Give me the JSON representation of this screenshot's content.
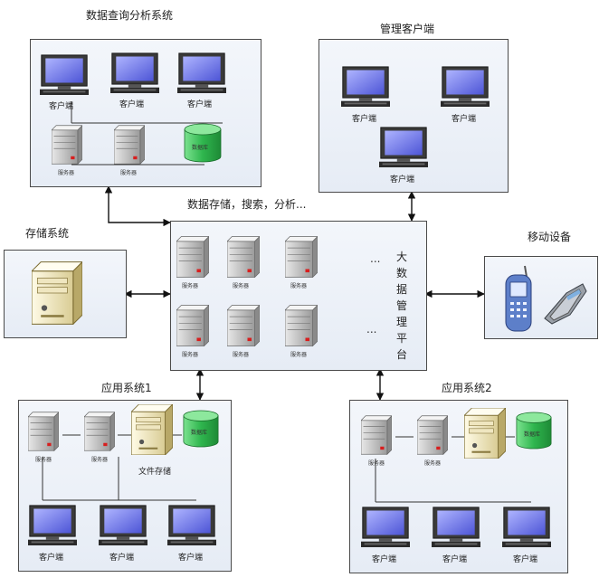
{
  "panels": {
    "query": {
      "title": "数据查询分析系统",
      "client": "客户端",
      "server": "服务器",
      "db": "数据库"
    },
    "mgmt": {
      "title": "管理客户端",
      "client": "客户端"
    },
    "storage": {
      "title": "存储系统"
    },
    "center": {
      "caption": "数据存储，搜索，分析...",
      "server": "服务器",
      "vertical": "大数据管理平台",
      "ellipsis": "..."
    },
    "mobile": {
      "title": "移动设备"
    },
    "app1": {
      "title": "应用系统1",
      "server": "服务器",
      "db": "数据库",
      "file_storage": "文件存储",
      "client": "客户端"
    },
    "app2": {
      "title": "应用系统2",
      "server": "服务器",
      "db": "数据库",
      "client": "客户端"
    }
  },
  "icons": [
    "monitor-icon",
    "server-icon",
    "database-icon",
    "file-server-icon",
    "mobile-phone-icon",
    "flip-phone-icon"
  ],
  "colors": {
    "panel_border": "#4a4a4a",
    "screen": "#6a6fe0",
    "db_green": "#2fb64e",
    "server_gray": "#b9b9b9",
    "arrow": "#111111"
  }
}
